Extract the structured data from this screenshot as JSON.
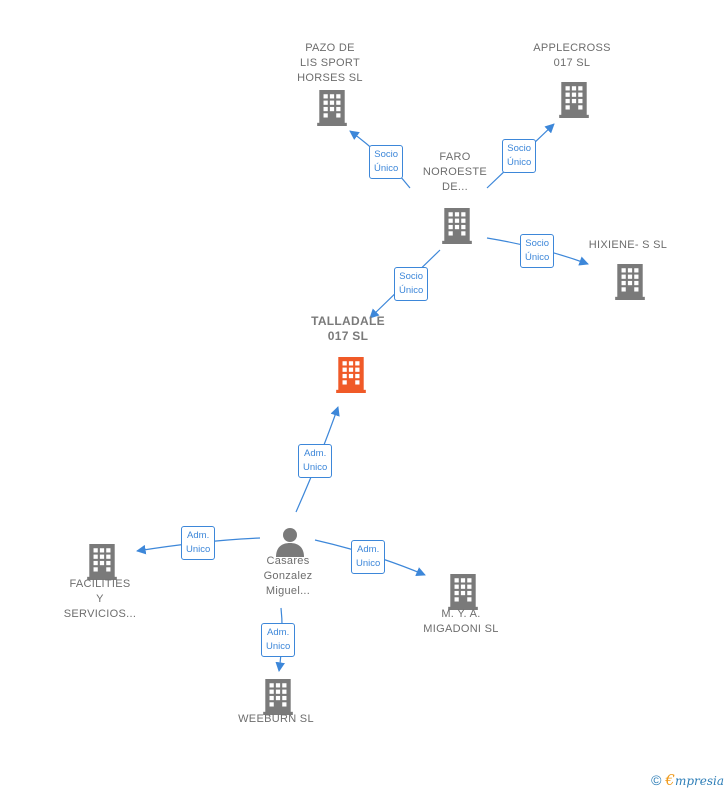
{
  "nodes": [
    {
      "id": "pazo",
      "label": "PAZO DE\nLIS SPORT\nHORSES  SL",
      "kind": "company",
      "main": false
    },
    {
      "id": "applecross",
      "label": "APPLECROSS\n017  SL",
      "kind": "company",
      "main": false
    },
    {
      "id": "faro",
      "label": "FARO\nNOROESTE\nDE...",
      "kind": "company",
      "main": false
    },
    {
      "id": "hixiene",
      "label": "HIXIENE- S SL",
      "kind": "company",
      "main": false
    },
    {
      "id": "talladale",
      "label": "TALLADALE\n017  SL",
      "kind": "company",
      "main": true
    },
    {
      "id": "casares",
      "label": "Casares\nGonzalez\nMiguel...",
      "kind": "person",
      "main": false
    },
    {
      "id": "facilities",
      "label": "FACILITIES\nY\nSERVICIOS...",
      "kind": "company",
      "main": false
    },
    {
      "id": "mya",
      "label": "M.  Y. A.\nMIGADONI SL",
      "kind": "company",
      "main": false
    },
    {
      "id": "weeburn",
      "label": "WEEBURN SL",
      "kind": "company",
      "main": false
    }
  ],
  "edges": [
    {
      "from": "faro",
      "to": "pazo",
      "label": "Socio\nÚnico"
    },
    {
      "from": "faro",
      "to": "applecross",
      "label": "Socio\nÚnico"
    },
    {
      "from": "faro",
      "to": "hixiene",
      "label": "Socio\nÚnico"
    },
    {
      "from": "faro",
      "to": "talladale",
      "label": "Socio\nÚnico"
    },
    {
      "from": "casares",
      "to": "talladale",
      "label": "Adm.\nUnico"
    },
    {
      "from": "casares",
      "to": "facilities",
      "label": "Adm.\nUnico"
    },
    {
      "from": "casares",
      "to": "mya",
      "label": "Adm.\nUnico"
    },
    {
      "from": "casares",
      "to": "weeburn",
      "label": "Adm.\nUnico"
    }
  ],
  "colors": {
    "edge": "#3d87d9",
    "node": "#7a7a7a",
    "main_node": "#f05a28"
  },
  "footer": {
    "copyright": "©",
    "brand_initial": "€",
    "brand_rest": "mpresia"
  }
}
